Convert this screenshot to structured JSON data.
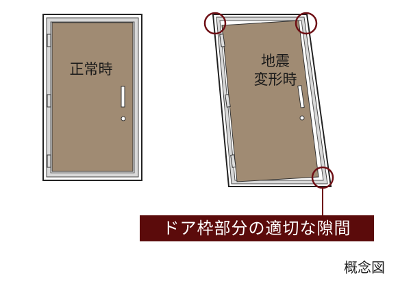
{
  "doors": {
    "normal": {
      "label": "正常時"
    },
    "earthquake": {
      "label_line1": "地震",
      "label_line2": "変形時"
    }
  },
  "caption": "ドア枠部分の適切な隙間",
  "note": "概念図",
  "colors": {
    "door": "#a08b73",
    "frame": "#d8d8d8",
    "frame_outline": "#222222",
    "highlight": "#6e0f15",
    "caption_bg": "#5b0b0b"
  }
}
